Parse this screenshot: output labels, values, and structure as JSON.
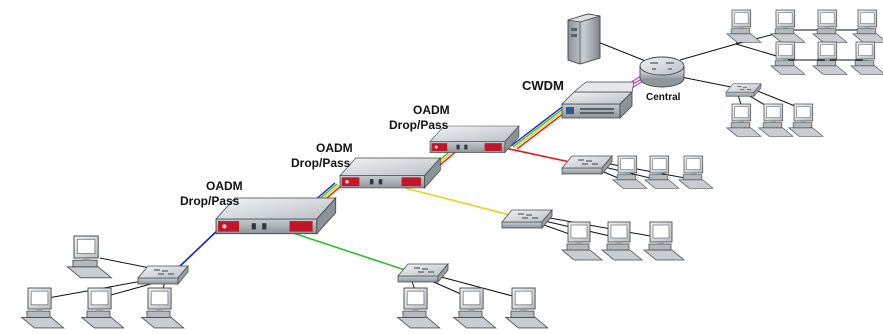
{
  "labels": {
    "cwdm": "CWDM",
    "central": "Central",
    "oadm": "OADM",
    "drop_pass": "Drop/Pass"
  },
  "colors": {
    "red_chassis": "#c0182a",
    "device_body": "#cfd4d8",
    "link_blue": "#1a22b8",
    "link_green": "#2fbf2f",
    "link_yellow": "#f2cf1c",
    "link_red": "#e01616",
    "lan_cable": "#111111",
    "uplink_magenta": "#c43cc4"
  },
  "icons": {
    "server": "server-tower-icon",
    "router": "router-icon",
    "switch": "ethernet-switch-icon",
    "computer": "workstation-icon",
    "oadm": "oadm-device-icon",
    "cwdm": "cwdm-chassis-icon"
  }
}
